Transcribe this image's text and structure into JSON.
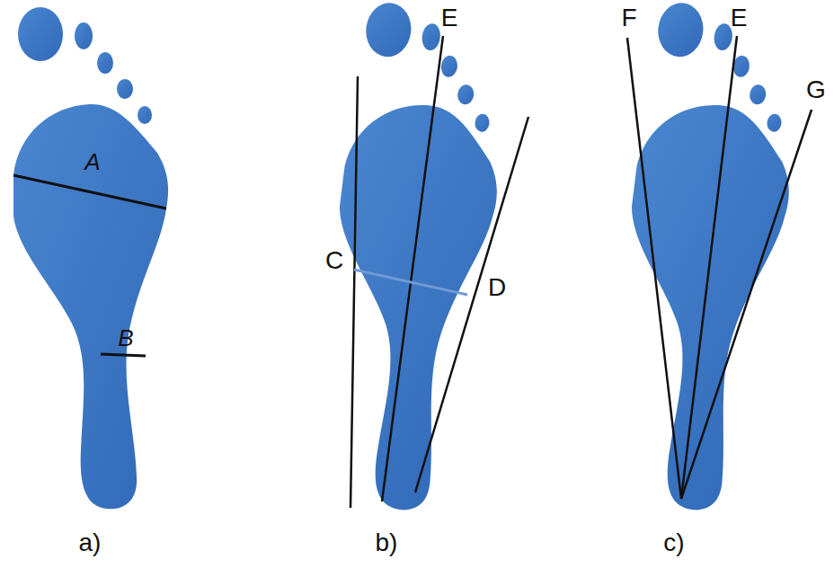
{
  "diagram": {
    "labels": [
      "A",
      "B",
      "E",
      "C",
      "D",
      "F",
      "E",
      "G",
      "a)",
      "b)",
      "c)"
    ]
  }
}
